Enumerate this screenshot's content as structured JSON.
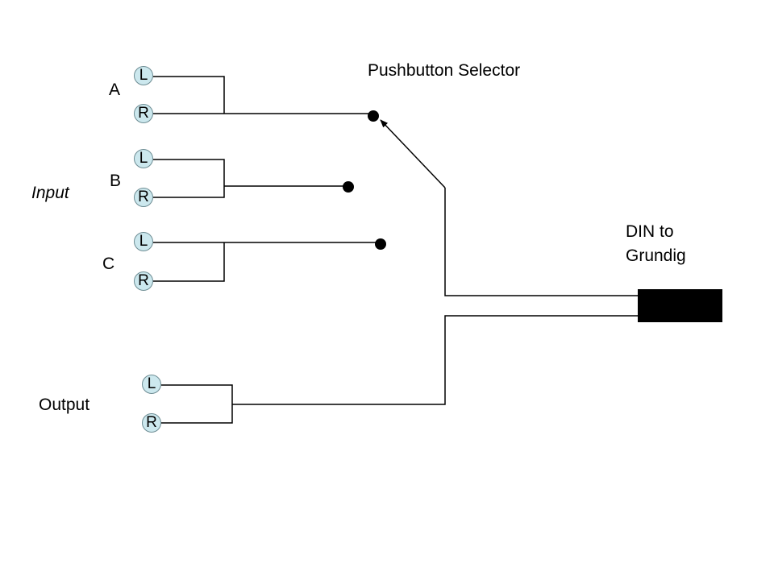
{
  "labels": {
    "pushbutton_selector": "Pushbutton Selector",
    "input": "Input",
    "output": "Output",
    "din_line1": "DIN to",
    "din_line2": "Grundig",
    "group_a": "A",
    "group_b": "B",
    "group_c": "C"
  },
  "jacks": {
    "left": "L",
    "right": "R"
  },
  "colors": {
    "jack_fill": "#cce8ee",
    "jack_border": "#6d8c93",
    "wire": "#000000",
    "din_connector": "#000000"
  }
}
